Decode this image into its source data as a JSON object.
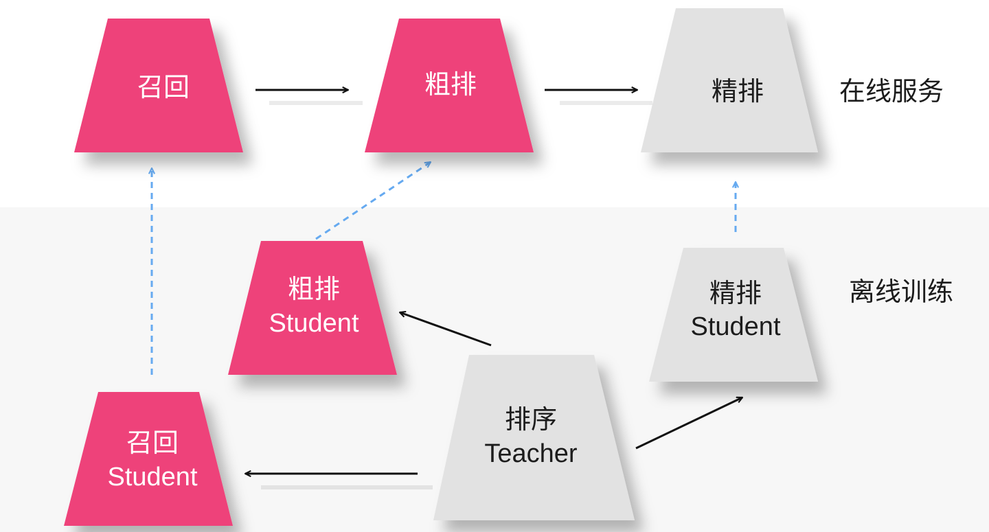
{
  "sections": {
    "online": "在线服务",
    "offline": "离线训练"
  },
  "nodes": {
    "recall": {
      "line1": "召回",
      "line2": ""
    },
    "coarse": {
      "line1": "粗排",
      "line2": ""
    },
    "fine": {
      "line1": "精排",
      "line2": ""
    },
    "coarse_student": {
      "line1": "粗排",
      "line2": "Student"
    },
    "fine_student": {
      "line1": "精排",
      "line2": "Student"
    },
    "recall_student": {
      "line1": "召回",
      "line2": "Student"
    },
    "ranking_teacher": {
      "line1": "排序",
      "line2": "Teacher"
    }
  },
  "colors": {
    "pink": "#ee437a",
    "gray": "#e2e2e2",
    "dashed_arrow": "#66aaf0",
    "solid_arrow": "#111111",
    "offline_background": "#f7f7f7"
  }
}
